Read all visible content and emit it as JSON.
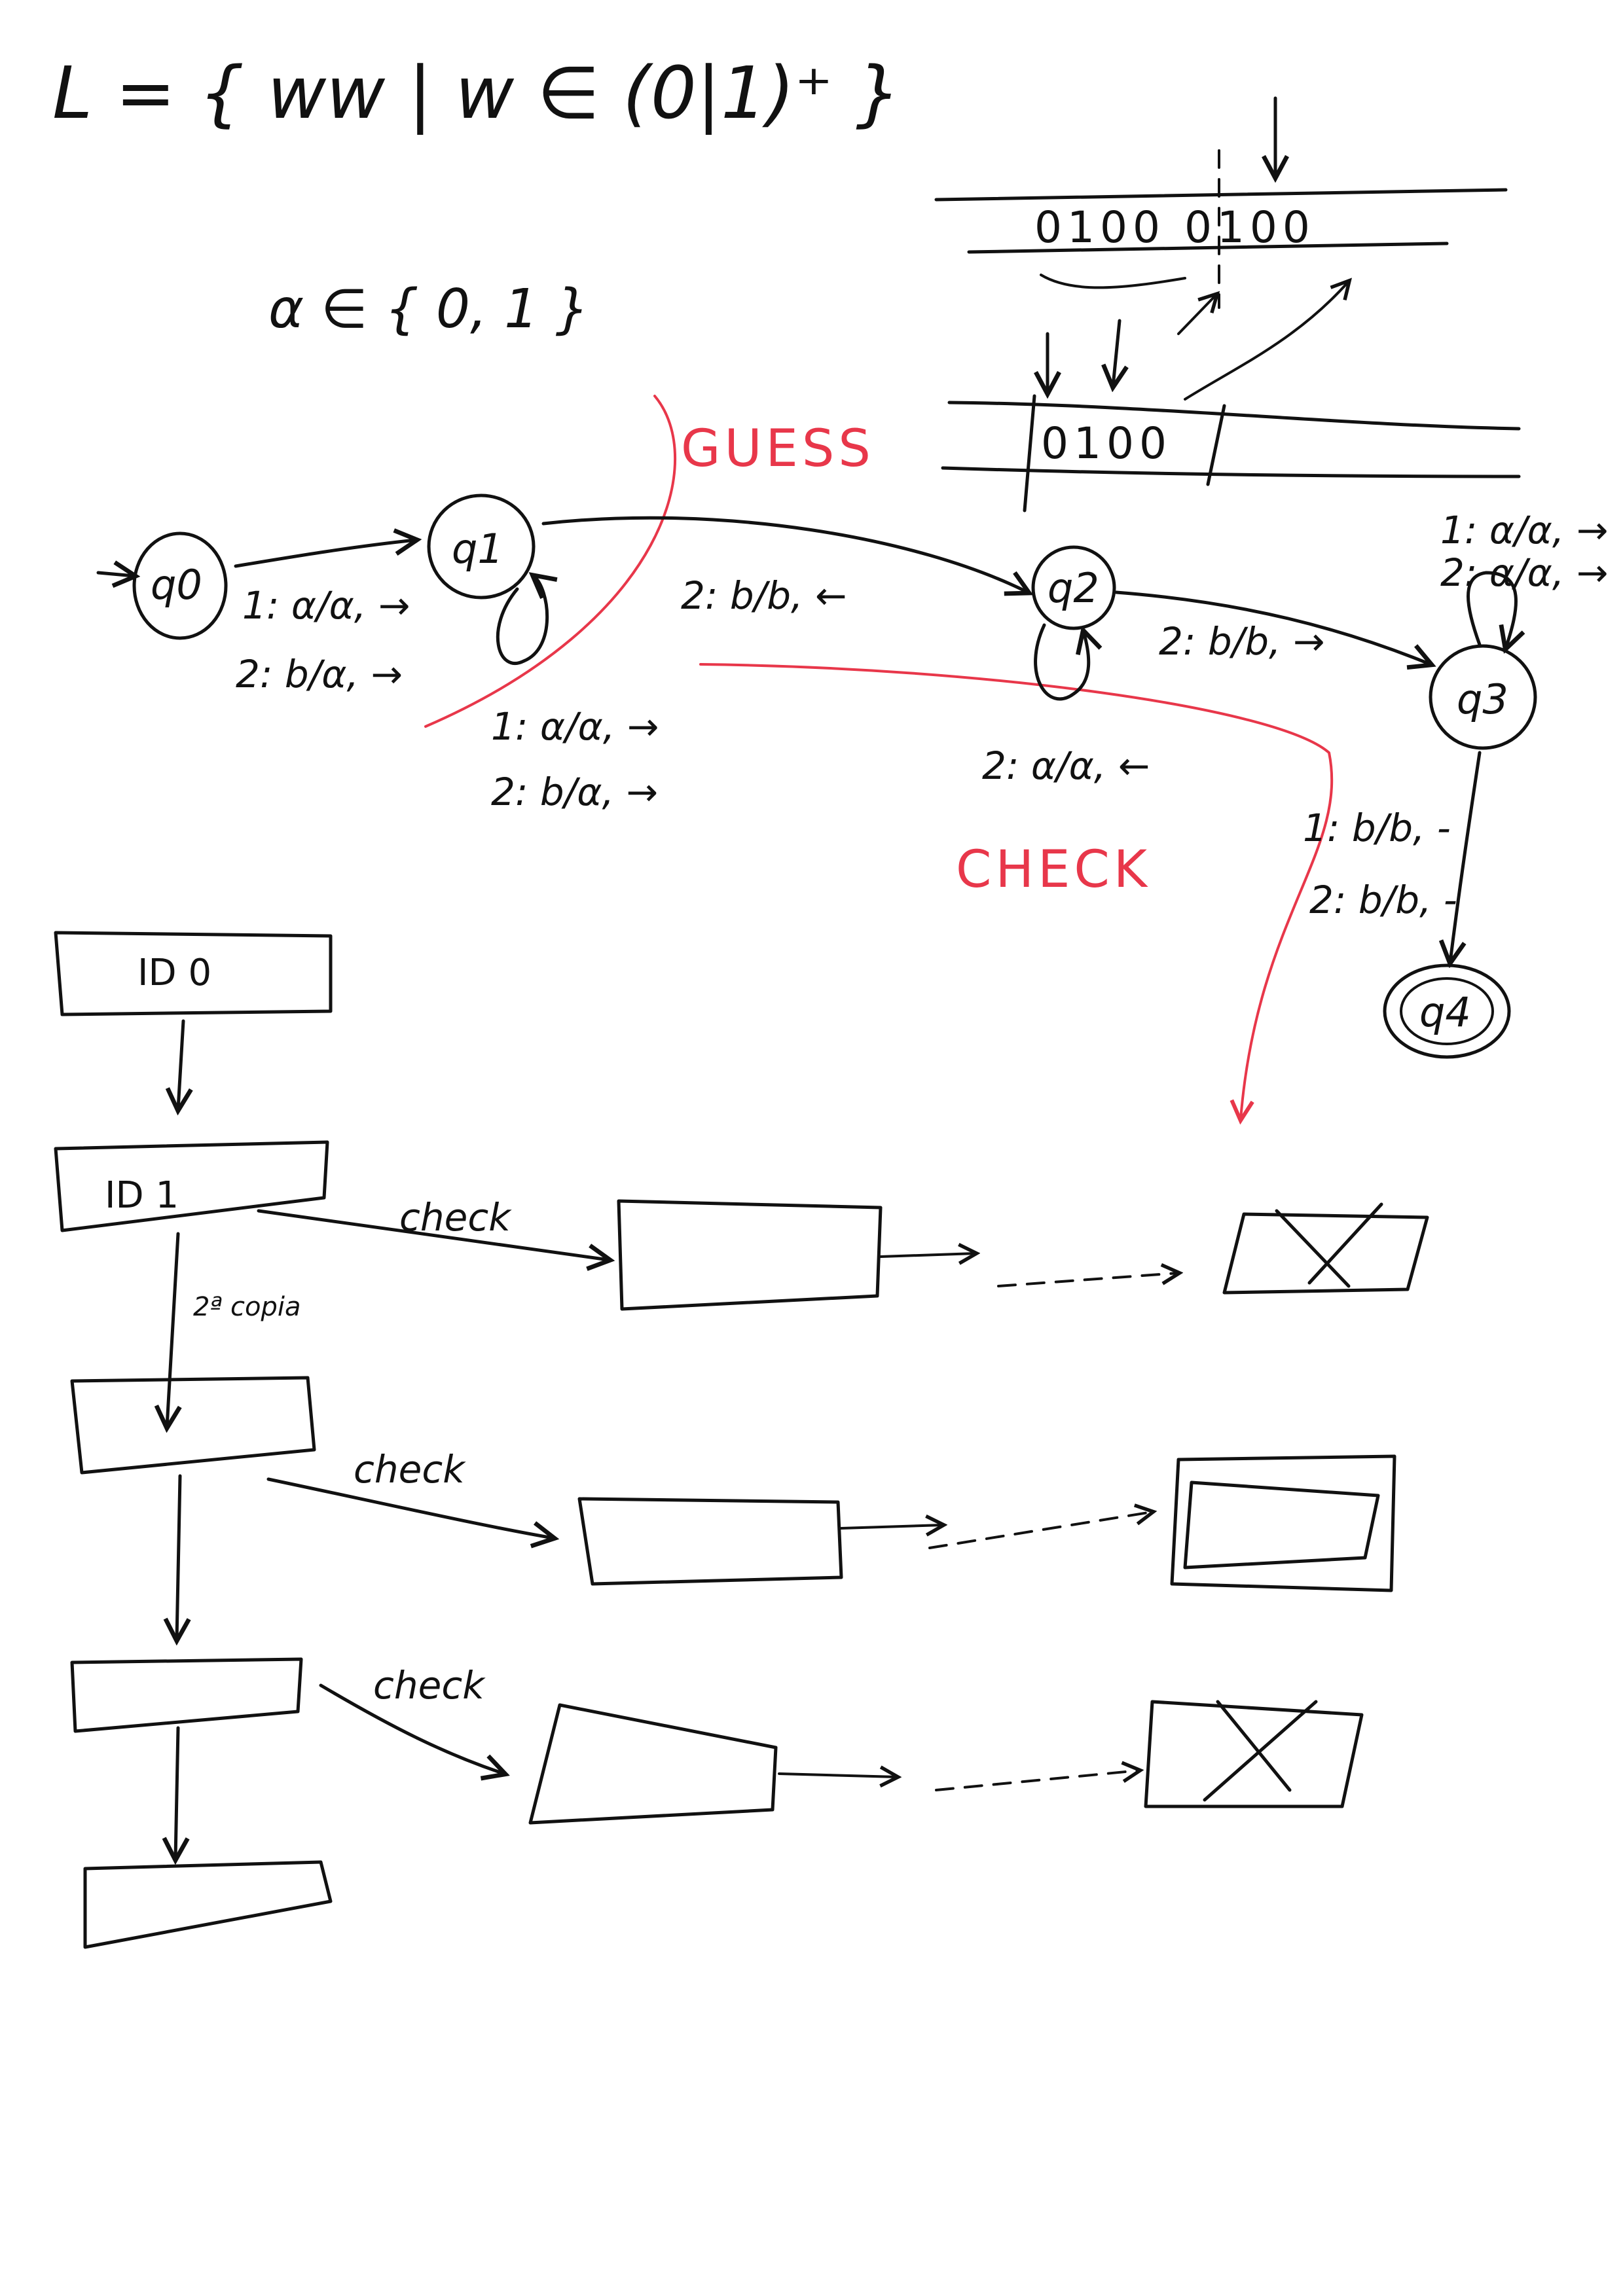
{
  "title": "L = { ww | w ∈ (0|1)⁺ }",
  "alphabet": "α ∈ { 0, 1 }",
  "tape_top": "0100 0100",
  "tape_bottom": "0100",
  "regions": {
    "guess": "GUESS",
    "check": "CHECK"
  },
  "states": [
    {
      "name": "q0"
    },
    {
      "name": "q1"
    },
    {
      "name": "q2"
    },
    {
      "name": "q3"
    },
    {
      "name": "q4",
      "accepting": true
    }
  ],
  "transitions": {
    "q0_q1": [
      "1: α/α, →",
      "2: b/α, →"
    ],
    "q1_loop": [
      "1: α/α, →",
      "2: b/α, →"
    ],
    "q1_q2": "2: b/b, ←",
    "q2_loop": "2: α/α, ←",
    "q2_q3": "2: b/b, →",
    "q3_loop": [
      "1: α/α, →",
      "2: α/α, →"
    ],
    "q3_q4": [
      "1: b/b, -",
      "2: b/b, -"
    ]
  },
  "flow": {
    "id0": "ID 0",
    "id1": "ID 1",
    "copy_label": "2ª copia",
    "check_label": "check"
  }
}
